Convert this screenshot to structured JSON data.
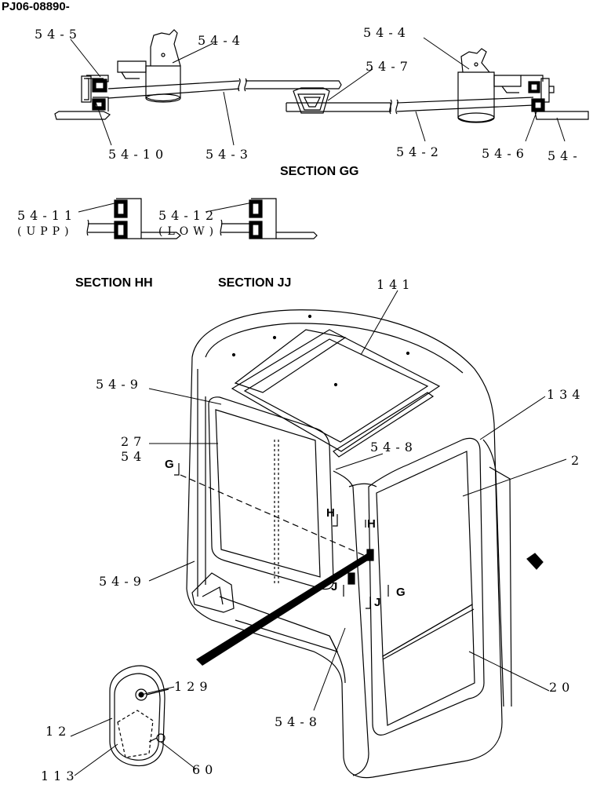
{
  "document_id": "PJ06-08890-",
  "sections": {
    "gg": "SECTION GG",
    "hh": "SECTION HH",
    "jj": "SECTION JJ"
  },
  "callouts": {
    "p54_5_top": "54-5",
    "p54_4_left": "54-4",
    "p54_4_right": "54-4",
    "p54_7": "54-7",
    "p54_10": "54-10",
    "p54_3": "54-3",
    "p54_2": "54-2",
    "p54_6": "54-6",
    "p54_right_cut": "54-",
    "p54_11": "54-11",
    "p54_11_sub": "(UPP)",
    "p54_12": "54-12",
    "p54_12_sub": "(LOW)",
    "p141": "141",
    "p54_9_top": "54-9",
    "p134": "134",
    "p27": "27",
    "p54_label": "54",
    "p54_8_upper": "54-8",
    "p2": "2",
    "p54_9_lower": "54-9",
    "p129": "129",
    "p12": "12",
    "p20": "20",
    "p54_8_lower": "54-8",
    "p113": "113",
    "p60": "60"
  },
  "markers": {
    "g_left": "G",
    "h_left": "H",
    "h_right": "H",
    "j_left": "J",
    "j_right": "J",
    "g_right": "G"
  }
}
